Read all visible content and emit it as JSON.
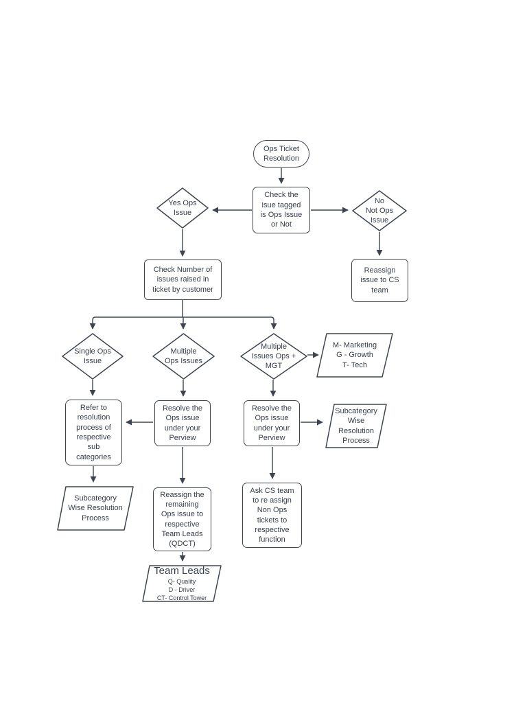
{
  "colors": {
    "stroke": "#3e4551",
    "text": "#363d49",
    "fill": "#ffffff",
    "bg": "#ffffff"
  },
  "diagram_title": "Ops Ticket Resolution flowchart",
  "nodes": {
    "start": "Ops Ticket\nResolution",
    "check_issue": "Check the\nisue tagged\nis Ops Issue\nor Not",
    "yes_ops": "Yes Ops\nIssue",
    "no_ops": "No\nNot Ops\nIssue",
    "reassign_cs": "Reassign\nissue to CS\nteam",
    "check_number": "Check Number of\nissues raised in\nticket by customer",
    "single_ops": "Single Ops\nIssue",
    "multiple_ops": "Multiple\nOps Issues",
    "multiple_mgt": "Multiple\nIssues Ops +\nMGT",
    "mgt_legend": "M- Marketing\nG - Growth\nT- Tech",
    "refer_resolution": "Refer to\nresolution\nprocess of\nrespective\nsub\ncategories",
    "resolve_mid": "Resolve the\nOps issue\nunder your\nPerview",
    "resolve_right": "Resolve the\nOps issue\nunder your\nPerview",
    "subcat_right": "Subcategory\nWise\nResolution\nProcess",
    "subcat_left": "Subcategory\nWise Resolution\nProcess",
    "reassign_remaining": "Reassign the\nremaining\nOps issue to\nrespective\nTeam Leads\n(QDCT)",
    "team_leads_title": "Team Leads",
    "team_leads_sub": "Q- Quality\nD - Driver\nCT- Control Tower",
    "ask_cs": "Ask CS team\nto re assign\nNon Ops\ntickets to\nrespective\nfunction"
  }
}
